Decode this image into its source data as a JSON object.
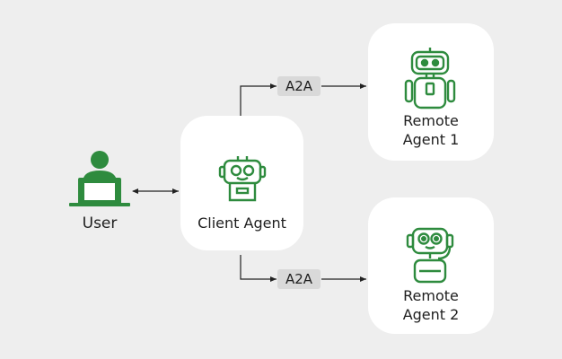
{
  "colors": {
    "background": "#eeeeee",
    "card": "#ffffff",
    "accent_green": "#2e8b3e",
    "tag_background": "#d9d9d9",
    "line": "#222222"
  },
  "nodes": {
    "user": {
      "label": "User",
      "icon": "user-laptop-icon"
    },
    "client_agent": {
      "label": "Client Agent",
      "icon": "robot-icon"
    },
    "remote_agent_1": {
      "label_line1": "Remote",
      "label_line2": "Agent 1",
      "icon": "robot-icon"
    },
    "remote_agent_2": {
      "label_line1": "Remote",
      "label_line2": "Agent 2",
      "icon": "robot-headset-icon"
    }
  },
  "edges": {
    "user_client": {
      "type": "bidirectional"
    },
    "client_remote1": {
      "label": "A2A"
    },
    "client_remote2": {
      "label": "A2A"
    }
  }
}
